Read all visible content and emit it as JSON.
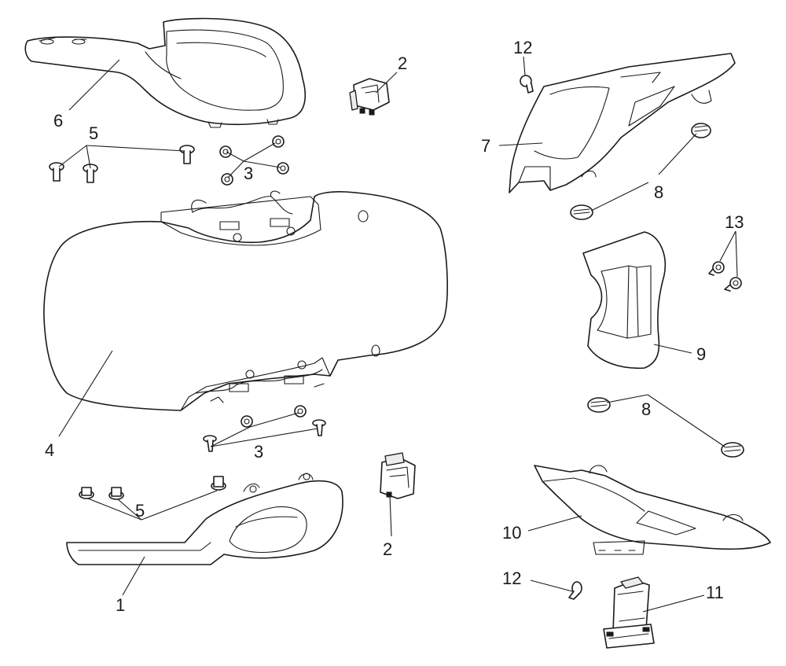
{
  "diagram": {
    "colors": {
      "line": "#1a1a1a",
      "background": "#ffffff",
      "shade": "#ececec"
    },
    "callouts": {
      "c1": "1",
      "c2_top": "2",
      "c2_bottom": "2",
      "c3_top": "3",
      "c3_bottom": "3",
      "c4": "4",
      "c5_top": "5",
      "c5_bottom": "5",
      "c6": "6",
      "c7": "7",
      "c8_top": "8",
      "c8_bottom": "8",
      "c9": "9",
      "c10": "10",
      "c11": "11",
      "c12_top": "12",
      "c12_bottom": "12",
      "c13": "13"
    }
  }
}
